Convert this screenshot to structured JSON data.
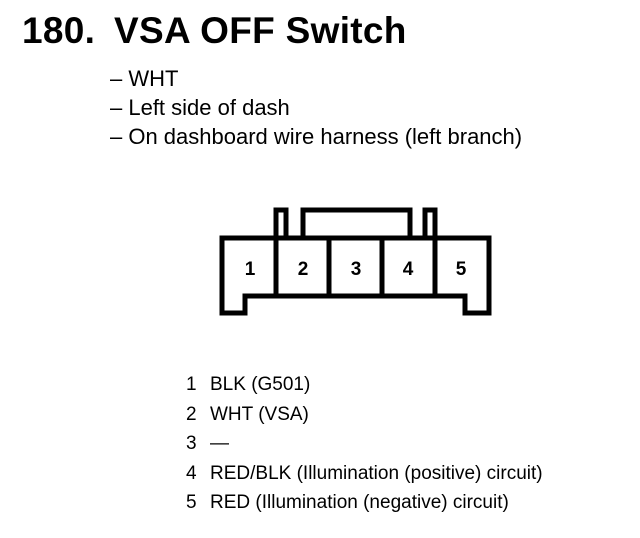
{
  "title": {
    "number": "180.",
    "text": "VSA OFF Switch"
  },
  "details": [
    "– WHT",
    "– Left side of dash",
    "– On dashboard wire harness (left branch)"
  ],
  "connector": {
    "cavities": [
      "1",
      "2",
      "3",
      "4",
      "5"
    ]
  },
  "pins": [
    {
      "number": "1",
      "description": "BLK (G501)"
    },
    {
      "number": "2",
      "description": "WHT (VSA)"
    },
    {
      "number": "3",
      "description": "—"
    },
    {
      "number": "4",
      "description": "RED/BLK (Illumination (positive) circuit)"
    },
    {
      "number": "5",
      "description": "RED (Illumination (negative) circuit)"
    }
  ]
}
